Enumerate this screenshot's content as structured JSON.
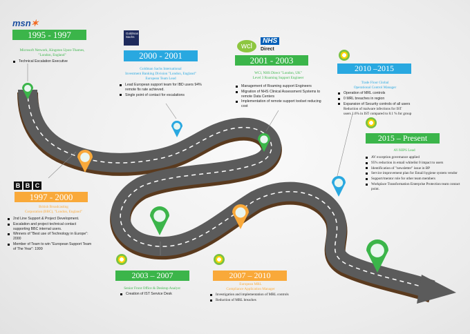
{
  "colors": {
    "green": "#3bb54a",
    "blue": "#29a8e0",
    "orange": "#f9a93a",
    "road": "#555555",
    "road_edge": "#6b4a2b"
  },
  "entries": [
    {
      "logo": "msn",
      "period": "1995 - 1997",
      "org": [
        "Microsoft Network, Kingston Upon-Thames,",
        "\"London, England\""
      ],
      "bullets": [
        "Technical Escalation Executive"
      ]
    },
    {
      "logo": "Goldman Sachs",
      "period": "2000 - 2001",
      "org": [
        "Goldman Sachs International",
        "Investment Banking Division  \"London, England\"",
        "European Team Lead"
      ],
      "bullets": [
        "Lead European support team for IBD users 94% remote fix rate achieved.",
        "Single point of contact for escalations"
      ]
    },
    {
      "logo": "wcl",
      "logo2": "NHS",
      "logo3": "Direct",
      "period": "2001 - 2003",
      "org": [
        "WCl, NHS Direct \"London, UK\"",
        "Level 3 Roaming Support Engineer"
      ],
      "bullets": [
        "Management of Roaming support Engineers",
        "Migration of NHS Clinical Assessment Systems to remote Data Centers",
        "Implementation of remote support toolset reducing cost"
      ]
    },
    {
      "logo": "bp",
      "period": "2010 –2015",
      "org": [
        "Trade Floor Global",
        "Operational Control Manager"
      ],
      "bullets": [
        "Operation of MRL controls",
        "0 MRL breaches in region",
        "Expansion of Security controls of all users"
      ],
      "extra": [
        "Reduction of malware infections for IST",
        "users 1.6% in IST compared to 8.1 % for group"
      ]
    },
    {
      "logo": "bp",
      "period": "2015 – Present",
      "org": [
        "AV/HIPS Lead"
      ],
      "bullets": [
        "AV exception governance applied",
        "95% reduction in email whitelist 0 impact to users",
        "Identification of \"newsletter\" issue in BP",
        "Service improvement plan for Email hygiene system vendor",
        "Support/mentor role for other team members",
        "Workplace Transformation Enterprise Protection team contact point."
      ]
    },
    {
      "logo": "BBC",
      "period": "1997 - 2000",
      "org": [
        "British Broadcasting",
        "Corporation (BBC),  \"London, England\""
      ],
      "bullets": [
        "2nd Line Support & Project Development.",
        "Escalation and project technical contact supporting BBC internal users.",
        "Winners of \"Best use of Technology in Europe\": 2000",
        "Member of Team to win \"European Support Team of The Year\":  1999"
      ]
    },
    {
      "logo": "bp",
      "period": "2003 – 2007",
      "org": [
        "Senior Front Office & Desktop Analyst"
      ],
      "bullets": [
        "Creation of IST Service Desk"
      ]
    },
    {
      "logo": "bp",
      "period": "2007 – 2010",
      "org": [
        "European MRL",
        "Compliance Application Manager"
      ],
      "bullets": [
        "Investigation and implementation of MRL controls",
        "Reduction of MRL breaches"
      ]
    }
  ]
}
